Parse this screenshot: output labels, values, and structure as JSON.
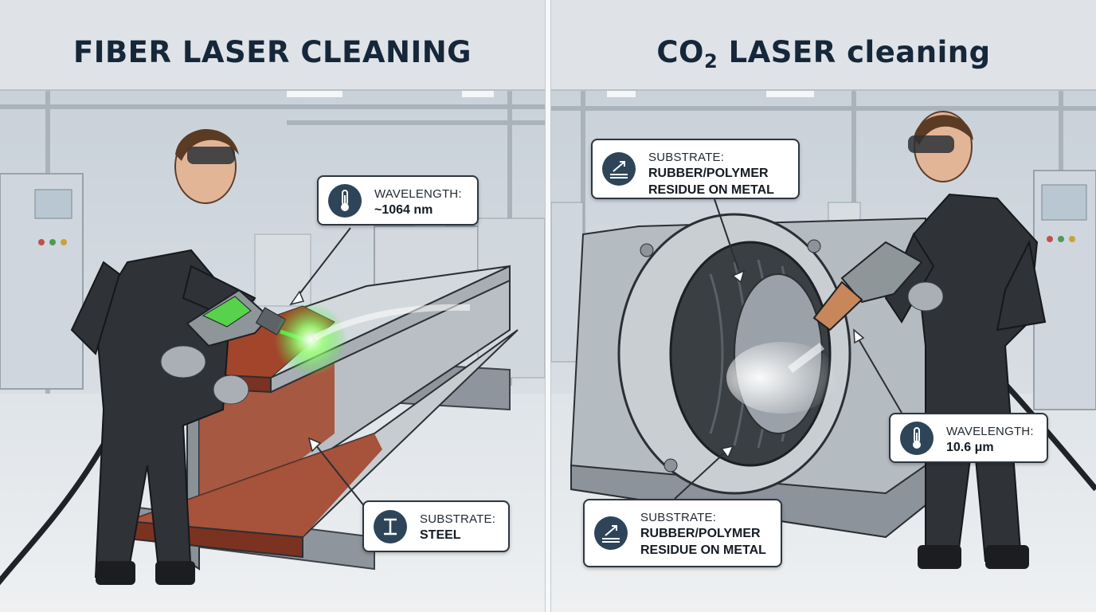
{
  "left_panel": {
    "title": "FIBER LASER CLEANING",
    "callouts": {
      "wavelength": {
        "label": "WAVELENGTH:",
        "value": "~1064 nm",
        "icon": "thermometer-icon"
      },
      "substrate": {
        "label": "SUBSTRATE:",
        "value": "STEEL",
        "icon": "i-beam-icon"
      }
    }
  },
  "right_panel": {
    "title_prefix": "CO",
    "title_subscript": "2",
    "title_suffix": " LASER cleaning",
    "callouts": {
      "substrate_top": {
        "label": "SUBSTRATE:",
        "value": "RUBBER/POLYMER\nRESIDUE ON METAL",
        "icon": "surface-layer-icon"
      },
      "wavelength": {
        "label": "WAVELENGTH:",
        "value": "10.6 μm",
        "icon": "thermometer-icon"
      },
      "substrate_bottom": {
        "label": "SUBSTRATE:",
        "value": "RUBBER/POLYMER\nRESIDUE ON METAL",
        "icon": "surface-layer-icon"
      }
    }
  },
  "colors": {
    "title_text": "#16273a",
    "icon_badge": "#2d4459",
    "fiber_beam": "#46e83c",
    "rust": "#a3452a",
    "steel": "#b9bfc4",
    "workwear": "#2f3236",
    "background": "#e6eaee"
  }
}
